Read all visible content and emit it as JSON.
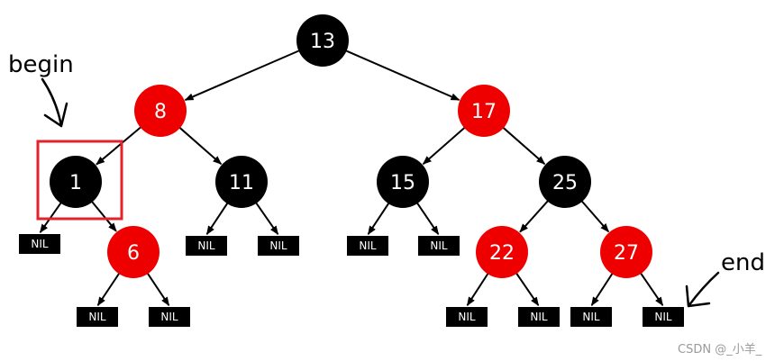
{
  "colors": {
    "red_node": "#ee0000",
    "black_node": "#000000",
    "highlight_box": "#e3232b"
  },
  "nodes": [
    {
      "label": "13",
      "color": "black"
    },
    {
      "label": "8",
      "color": "red"
    },
    {
      "label": "17",
      "color": "red"
    },
    {
      "label": "1",
      "color": "black"
    },
    {
      "label": "11",
      "color": "black"
    },
    {
      "label": "15",
      "color": "black"
    },
    {
      "label": "25",
      "color": "black"
    },
    {
      "label": "6",
      "color": "red"
    },
    {
      "label": "22",
      "color": "red"
    },
    {
      "label": "27",
      "color": "red"
    }
  ],
  "nil_label": "NIL",
  "annotations": {
    "begin": "begin",
    "end": "end"
  },
  "watermark": "CSDN @_小羊_"
}
